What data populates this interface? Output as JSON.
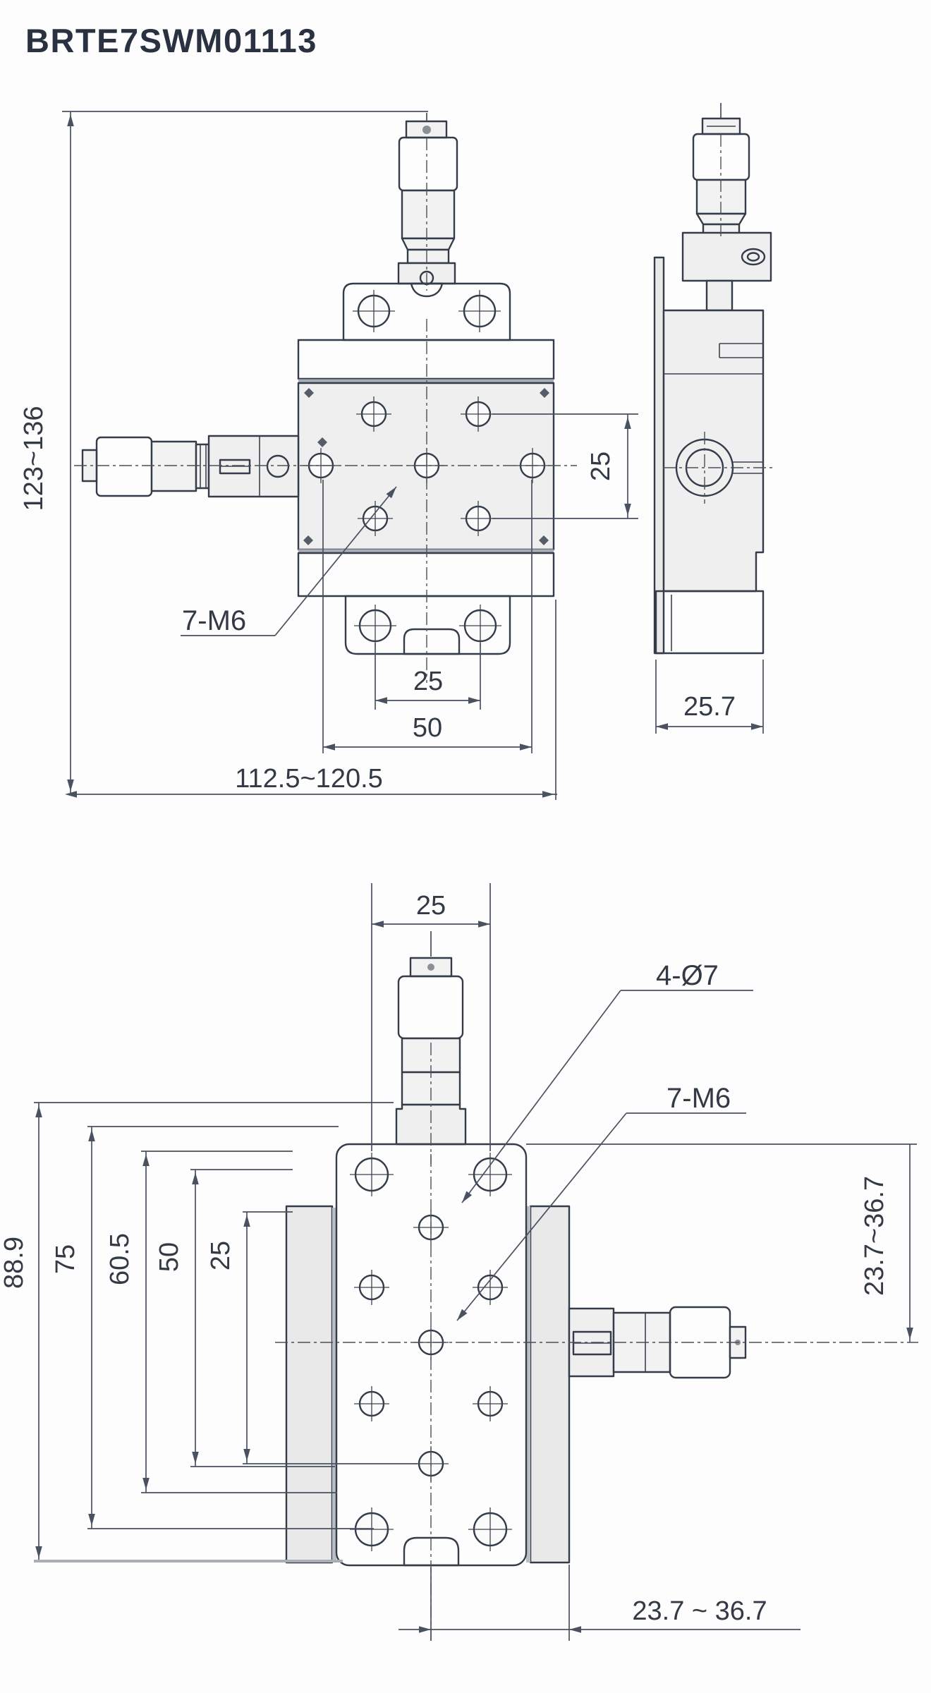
{
  "title": "BRTE7SWM01113",
  "colors": {
    "line": "#353c49",
    "dim_line": "#4a5160",
    "text": "#333a46",
    "fill_light": "#efefef",
    "shadow": "#aab0b8",
    "background": "#fdfdfd"
  },
  "front_view": {
    "name": "front-view-with-top-and-left-micrometers",
    "dims": {
      "height_range": "123~136",
      "width_range": "112.5~120.5",
      "hole_pitch_vertical": "25",
      "flange_screw_pitch": "25",
      "hole_pitch_horizontal": "50"
    },
    "labels": {
      "thread": "7-M6"
    }
  },
  "side_view": {
    "name": "right-side-view",
    "dims": {
      "width": "25.7"
    }
  },
  "bottom_view": {
    "name": "bottom-view-with-right-micrometer",
    "dims": {
      "top_pitch": "25",
      "right_travel": "23.7~36.7",
      "bottom_travel": "23.7 ~ 36.7",
      "ladder": [
        "88.9",
        "75",
        "60.5",
        "50",
        "25"
      ]
    },
    "labels": {
      "through_holes": "4-Ø7",
      "thread": "7-M6"
    }
  }
}
